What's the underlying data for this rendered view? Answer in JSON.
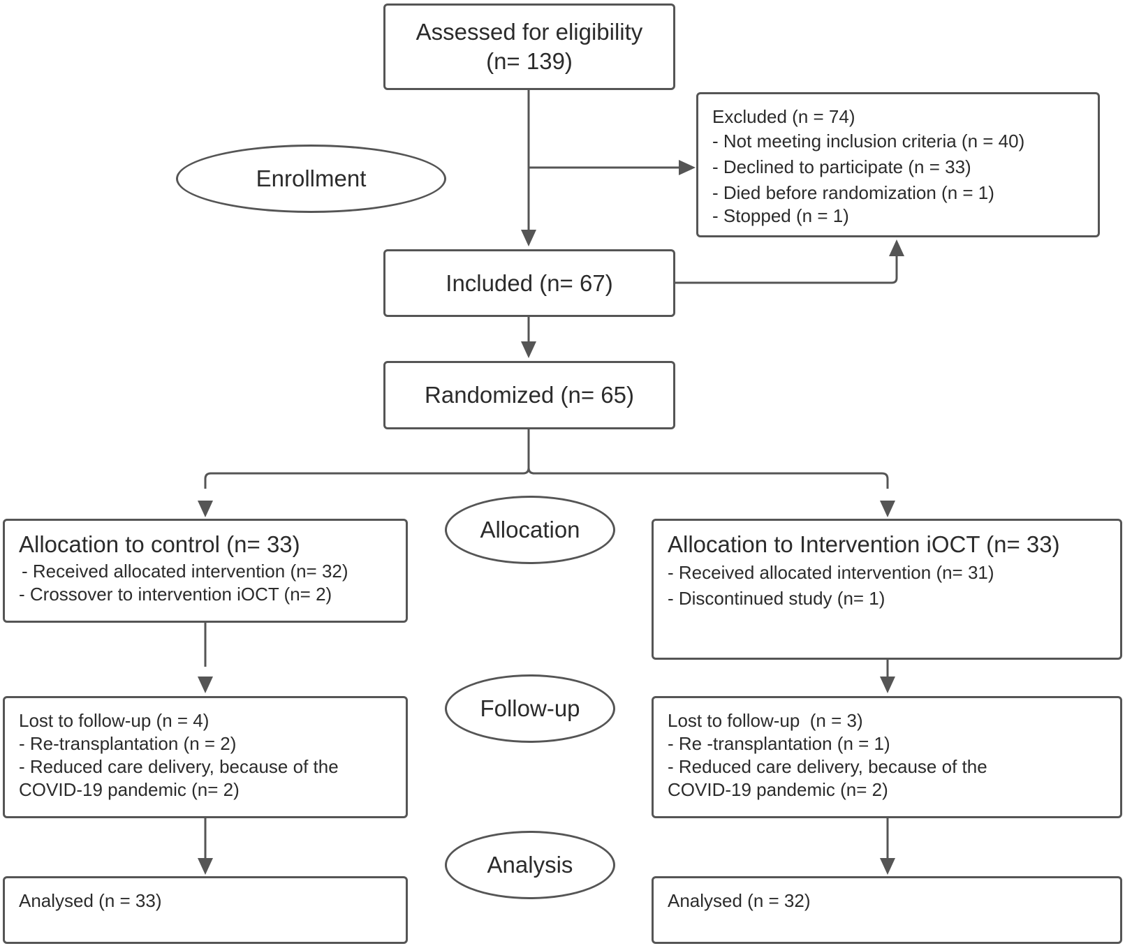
{
  "flow": {
    "assessed": {
      "title": "Assessed for eligibility",
      "count": "(n= 139)"
    },
    "excluded": {
      "heading": "Excluded (n = 74)",
      "items": [
        "- Not meeting inclusion criteria (n = 40)",
        "- Declined to participate (n = 33)",
        "- Died before randomization (n = 1)",
        "- Stopped (n = 1)"
      ]
    },
    "included": "Included (n= 67)",
    "randomized": "Randomized (n= 65)",
    "control": {
      "heading": "Allocation to control (n= 33)",
      "items": [
        "- Received allocated intervention (n= 32)",
        "- Crossover to intervention iOCT (n= 2)"
      ]
    },
    "intervention": {
      "heading": "Allocation to Intervention iOCT (n= 33)",
      "items": [
        "- Received allocated intervention (n= 31)",
        "- Discontinued study (n= 1)"
      ]
    },
    "control_followup": {
      "heading": "Lost to follow-up (n = 4)",
      "items": [
        "- Re-transplantation (n = 2)",
        "- Reduced care delivery, because of the COVID-19 pandemic (n= 2)"
      ]
    },
    "intervention_followup": {
      "heading": "Lost to follow-up  (n = 3)",
      "items": [
        "- Re -transplantation (n = 1)",
        "- Reduced care delivery, because of the COVID-19 pandemic (n= 2)"
      ]
    },
    "control_analysed": "Analysed (n = 33)",
    "intervention_analysed": "Analysed (n = 32)"
  },
  "stages": {
    "enrollment": "Enrollment",
    "allocation": "Allocation",
    "followup": "Follow-up",
    "analysis": "Analysis"
  },
  "colors": {
    "stroke": "#555555",
    "text": "#2b2b2b",
    "background": "#ffffff"
  }
}
